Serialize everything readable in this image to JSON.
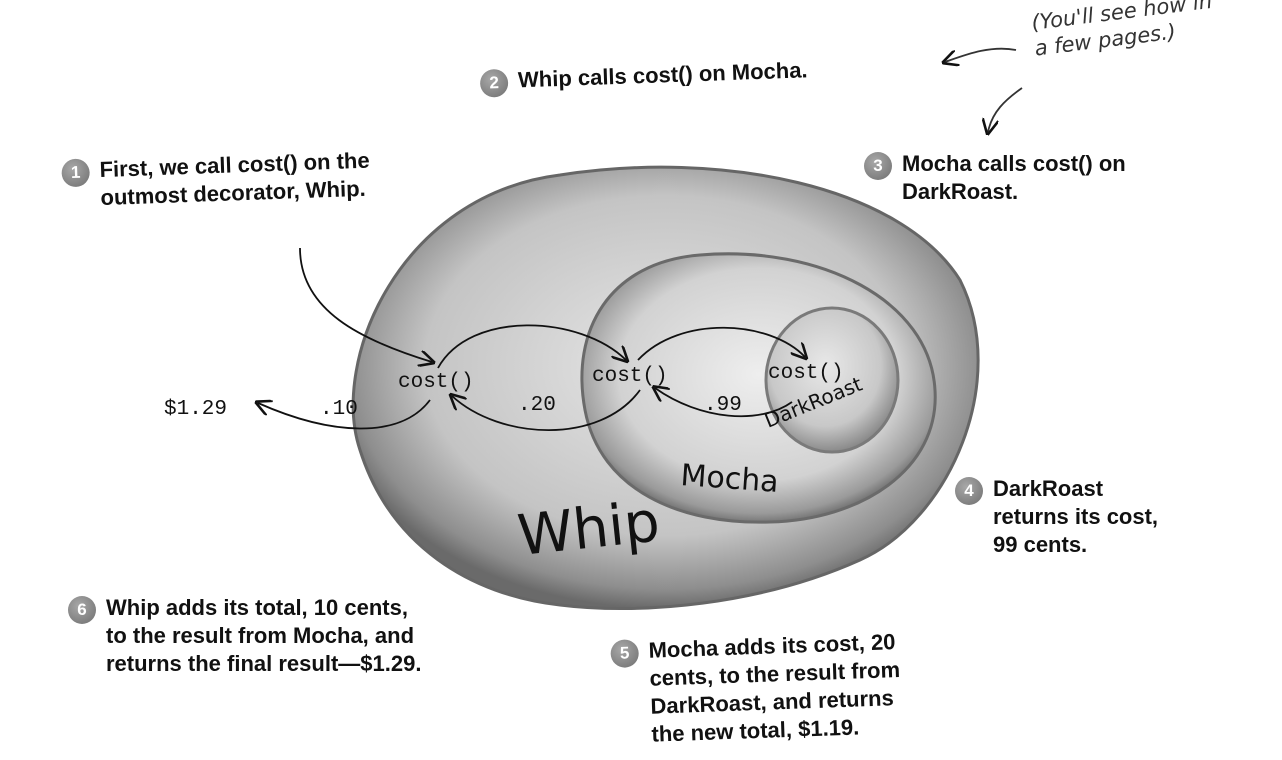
{
  "aside_note": "(You'll see how in\na few pages.)",
  "steps": [
    {
      "number": "1",
      "text": "First, we call cost() on the\noutmost decorator, Whip."
    },
    {
      "number": "2",
      "text": "Whip calls cost() on Mocha."
    },
    {
      "number": "3",
      "text": "Mocha calls cost() on\nDarkRoast."
    },
    {
      "number": "4",
      "text": "DarkRoast\nreturns its cost,\n99 cents."
    },
    {
      "number": "5",
      "text": "Mocha adds its cost, 20\ncents, to the result from\nDarkRoast, and returns\nthe new total, $1.19."
    },
    {
      "number": "6",
      "text": "Whip adds its total, 10 cents,\nto the result from Mocha, and\nreturns the final result—$1.29."
    }
  ],
  "objects": {
    "whip": {
      "label": "Whip",
      "method": "cost()"
    },
    "mocha": {
      "label": "Mocha",
      "method": "cost()"
    },
    "darkroast": {
      "label": "DarkRoast",
      "method": "cost()"
    }
  },
  "returns": {
    "darkroast": ".99",
    "mocha": ".20",
    "whip": ".10",
    "final": "$1.29"
  },
  "colors": {
    "whip_fill": "#bdbdbd",
    "mocha_fill": "#d0d0d0",
    "darkroast_fill": "#c6c6c6",
    "badge": "#8a8a8a",
    "ink": "#111111"
  }
}
